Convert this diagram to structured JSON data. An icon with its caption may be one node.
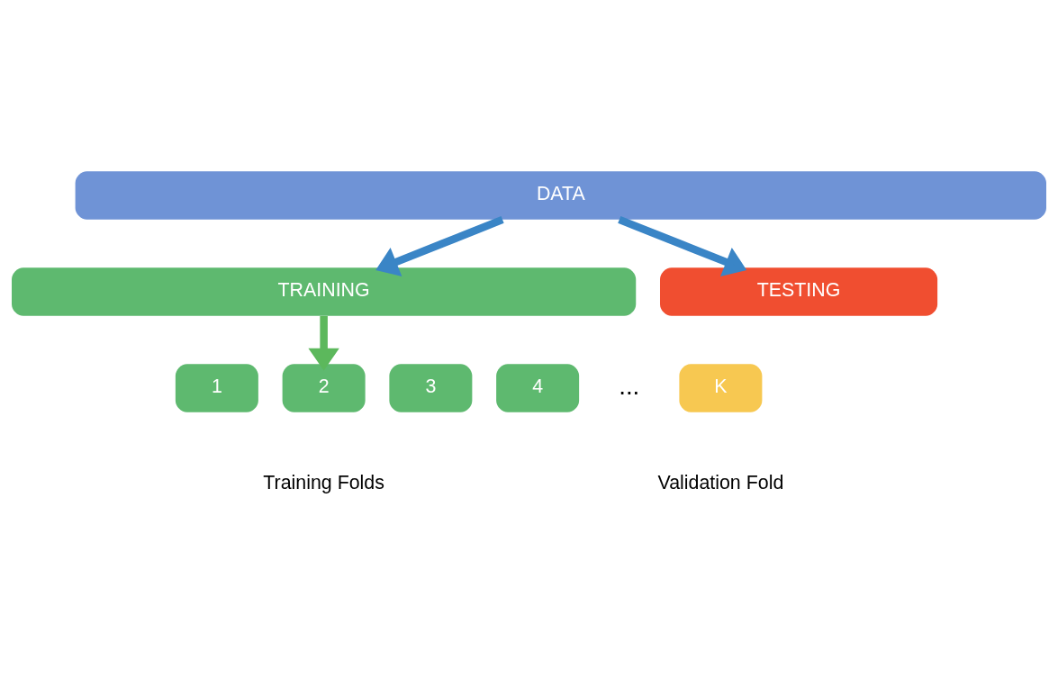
{
  "diagram": {
    "nodes": [
      {
        "text": [
          "DATA"
        ]
      },
      {
        "text": [
          "TRAINING"
        ]
      },
      {
        "text": [
          "TESTING"
        ]
      },
      {
        "text": [
          "1"
        ]
      },
      {
        "text": [
          "2"
        ]
      },
      {
        "text": [
          "3"
        ]
      },
      {
        "text": [
          "4"
        ]
      },
      {
        "text": [
          "K"
        ]
      }
    ],
    "edges": [
      {
        "from": 0,
        "to": 1,
        "arrow": "to"
      },
      {
        "from": 0,
        "to": 2,
        "arrow": "to"
      },
      {
        "from": 1,
        "to": 4,
        "arrow": "to",
        "color": "#5cb85c"
      }
    ],
    "labels": [
      "...",
      "Training Folds",
      "Validation Fold"
    ]
  }
}
